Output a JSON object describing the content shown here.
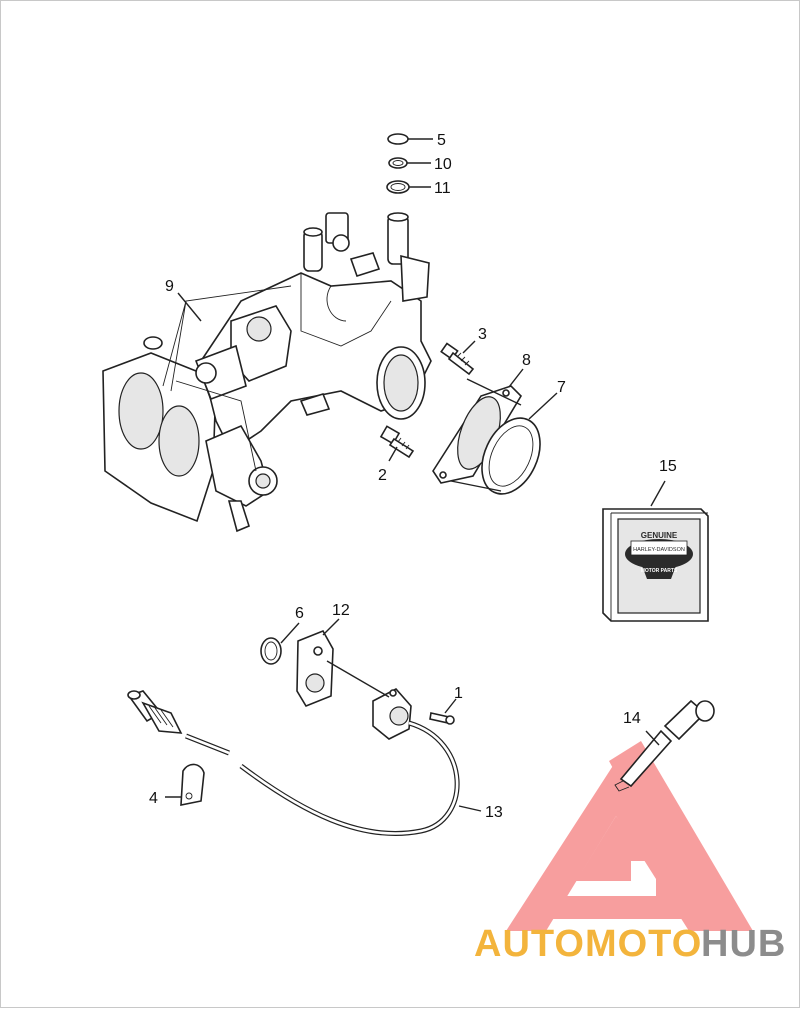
{
  "callouts": {
    "c1": "1",
    "c2": "2",
    "c3": "3",
    "c4": "4",
    "c5": "5",
    "c6": "6",
    "c7": "7",
    "c8": "8",
    "c9": "9",
    "c10": "10",
    "c11": "11",
    "c12": "12",
    "c13": "13",
    "c14": "14",
    "c15": "15"
  },
  "badge": {
    "top": "GENUINE",
    "middle": "HARLEY-DAVIDSON",
    "bottom": "MOTOR PARTS"
  },
  "watermark": {
    "part1": "AUTOMOTO",
    "part2": "HUB",
    "colors": {
      "orange": "#f3b43c",
      "gray": "#8c8c8c",
      "red": "#ee2b2b"
    }
  }
}
